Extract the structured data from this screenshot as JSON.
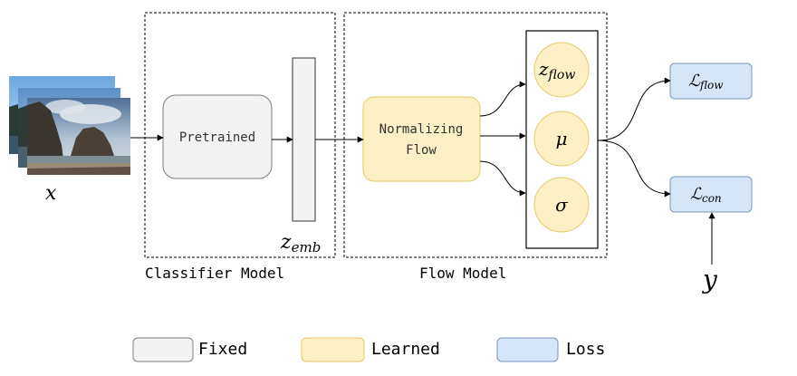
{
  "input": {
    "symbol": "x",
    "image_alt": "stack of landscape photos (sea stacks on a beach)"
  },
  "classifier": {
    "group_label": "Classifier Model",
    "block_label": "Pretrained",
    "embedding_symbol": "z",
    "embedding_subscript": "emb"
  },
  "flow": {
    "group_label": "Flow Model",
    "block_line1": "Normalizing",
    "block_line2": "Flow",
    "outputs": {
      "z_flow_symbol": "z",
      "z_flow_subscript": "flow",
      "mu": "μ",
      "sigma": "σ"
    }
  },
  "losses": {
    "flow_symbol": "ℒ",
    "flow_subscript": "flow",
    "con_symbol": "ℒ",
    "con_subscript": "con"
  },
  "target": {
    "symbol": "y"
  },
  "legend": {
    "fixed": "Fixed",
    "learned": "Learned",
    "loss": "Loss"
  },
  "colors": {
    "fixed_fill": "#f3f3f3",
    "fixed_stroke": "#7f7f7f",
    "learned_fill": "#fdf0c4",
    "learned_stroke": "#e8c96a",
    "loss_fill": "#d6e5f8",
    "loss_stroke": "#7a95bf",
    "line": "#000000"
  }
}
